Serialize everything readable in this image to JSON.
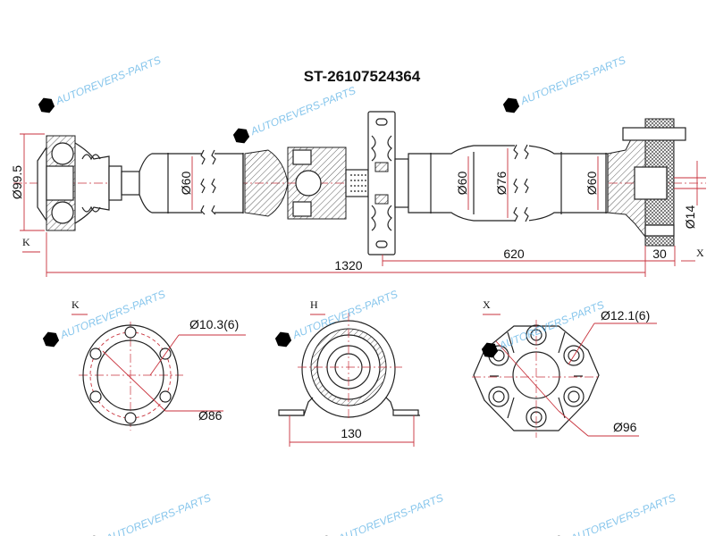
{
  "title": "ST-26107524364",
  "watermark": "AUTOREVERS-PARTS",
  "colors": {
    "dimension": "#c8323c",
    "line": "#222222",
    "watermark": "#5fb3e6"
  },
  "main_view": {
    "dimensions": {
      "flange_diameter": "Ø99.5",
      "tube_front": "Ø60",
      "tube_rear_1": "Ø60",
      "tube_rear_bulge": "Ø76",
      "tube_rear_2": "Ø60",
      "pilot": "Ø14",
      "overall_length": "1320",
      "rear_length": "620",
      "flange_width": "30"
    },
    "view_markers": {
      "k": "K",
      "x": "X"
    }
  },
  "detail_views": {
    "k": {
      "label": "K",
      "holes": "Ø10.3(6)",
      "bolt_circle": "Ø86"
    },
    "h": {
      "label": "H",
      "width": "130"
    },
    "x": {
      "label": "X",
      "holes": "Ø12.1(6)",
      "bolt_circle": "Ø96"
    }
  }
}
